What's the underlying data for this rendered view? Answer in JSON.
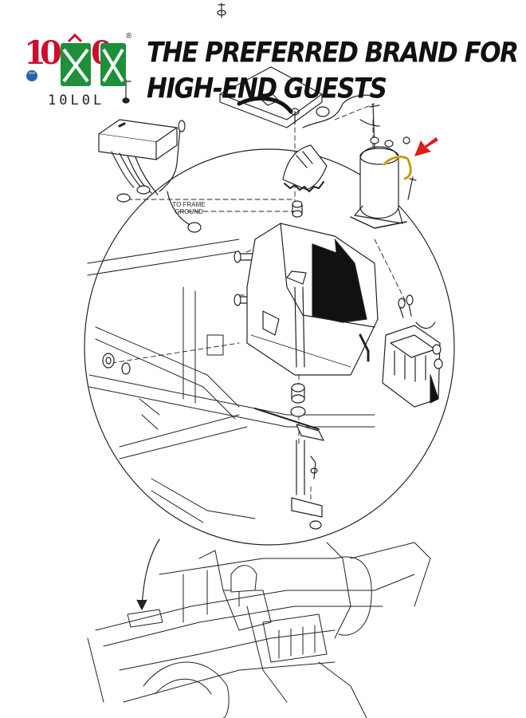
{
  "brand": {
    "logo_text": "10L0L",
    "caption": "10L0L",
    "registered_mark": "®",
    "colors": {
      "red": "#c8102e",
      "green": "#1e8f3a",
      "globe": "#2b5fb8"
    }
  },
  "headline": "THE PREFERRED BRAND FOR HIGH-END GUESTS",
  "diagram": {
    "label_frame_ground": [
      "TO FRAME",
      "GROUND"
    ],
    "highlight_color": "#e8c440",
    "arrow_color": "#e01b1b"
  }
}
